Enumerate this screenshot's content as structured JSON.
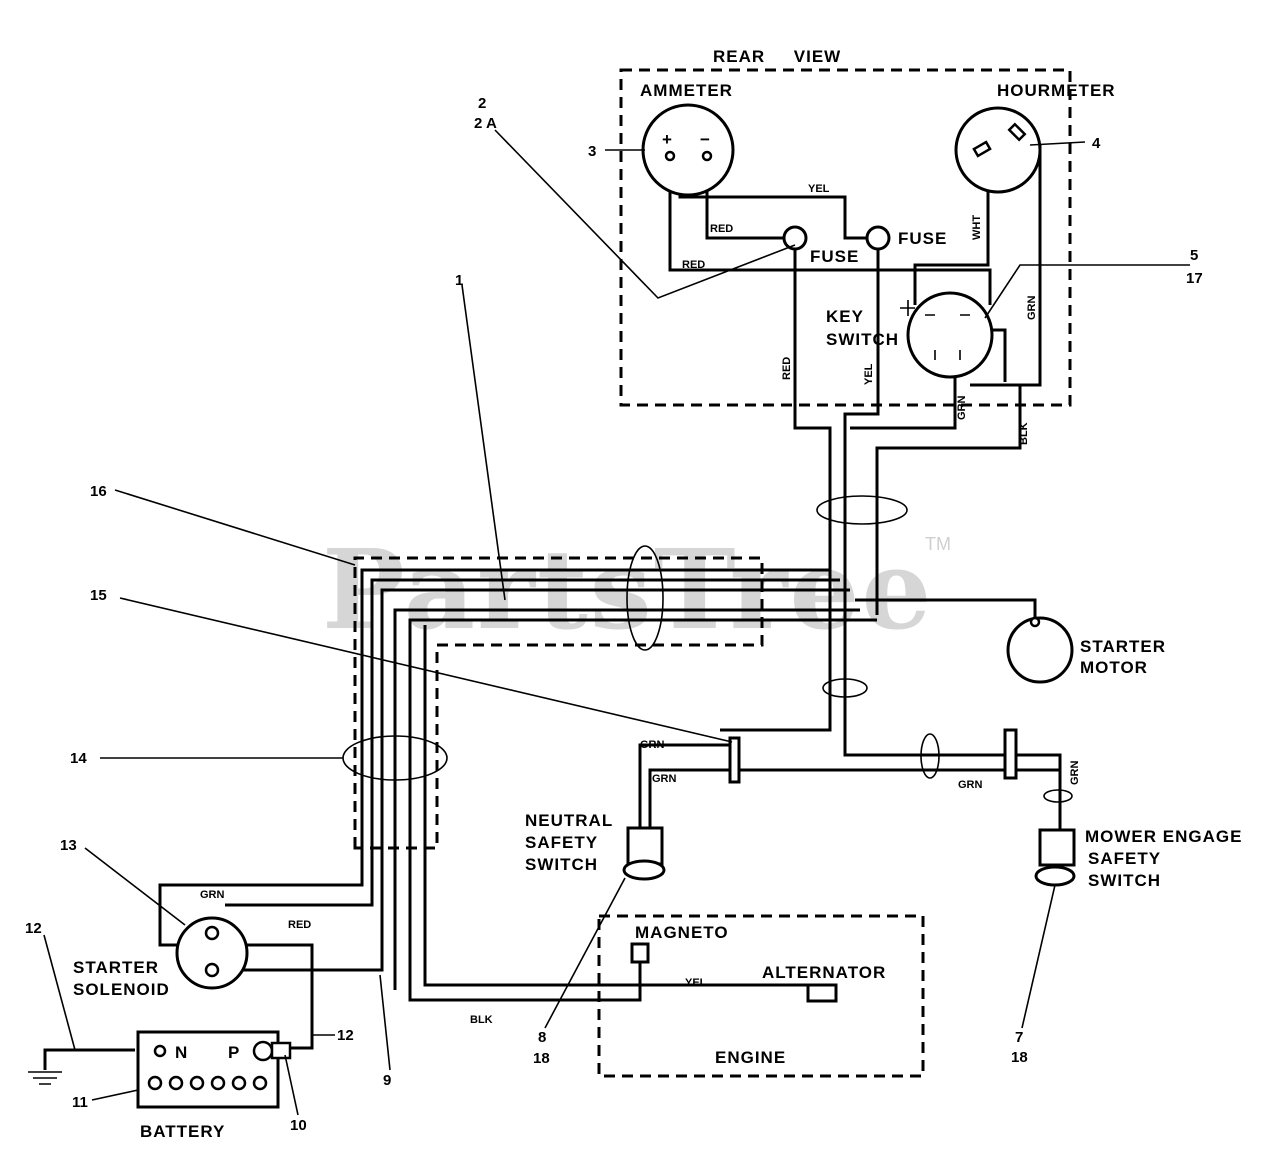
{
  "watermark": {
    "text": "PartsTree",
    "tm": "TM"
  },
  "labels": {
    "rear_view": "REAR     VIEW",
    "ammeter": "AMMETER",
    "hourmeter": "HOURMETER",
    "fuse_1": "FUSE",
    "fuse_2": "FUSE",
    "key_switch_1": "KEY",
    "key_switch_2": "SWITCH",
    "starter_motor_1": "STARTER",
    "starter_motor_2": "MOTOR",
    "neutral_1": "NEUTRAL",
    "neutral_2": "SAFETY",
    "neutral_3": "SWITCH",
    "mower_1": "MOWER ENGAGE",
    "mower_2": "SAFETY",
    "mower_3": "SWITCH",
    "magneto": "MAGNETO",
    "alternator": "ALTERNATOR",
    "engine": "ENGINE",
    "starter_solenoid_1": "STARTER",
    "starter_solenoid_2": "SOLENOID",
    "battery": "BATTERY",
    "battery_n": "N",
    "battery_p": "P",
    "ammeter_plus": "+",
    "ammeter_minus": "−"
  },
  "wire_labels": {
    "yel_top": "YEL",
    "red_1": "RED",
    "red_2": "RED",
    "wht": "WHT",
    "grn_key": "GRN",
    "red_vert": "RED",
    "yel_vert": "YEL",
    "grn_vert": "GRN",
    "blk_vert": "BLK",
    "grn_ns1": "GRN",
    "grn_ns2": "GRN",
    "grn_mid": "GRN",
    "grn_mower": "GRN",
    "grn_sol": "GRN",
    "red_sol": "RED",
    "blk_bottom": "BLK",
    "yel_engine": "YEL"
  },
  "callouts": {
    "c2": "2",
    "c2a": "2 A",
    "c3": "3",
    "c4": "4",
    "c5": "5",
    "c17": "17",
    "c1": "1",
    "c16": "16",
    "c15": "15",
    "c14": "14",
    "c13": "13",
    "c12a": "12",
    "c12b": "12",
    "c11": "11",
    "c10": "10",
    "c9": "9",
    "c8": "8",
    "c18a": "18",
    "c7": "7",
    "c18b": "18"
  }
}
